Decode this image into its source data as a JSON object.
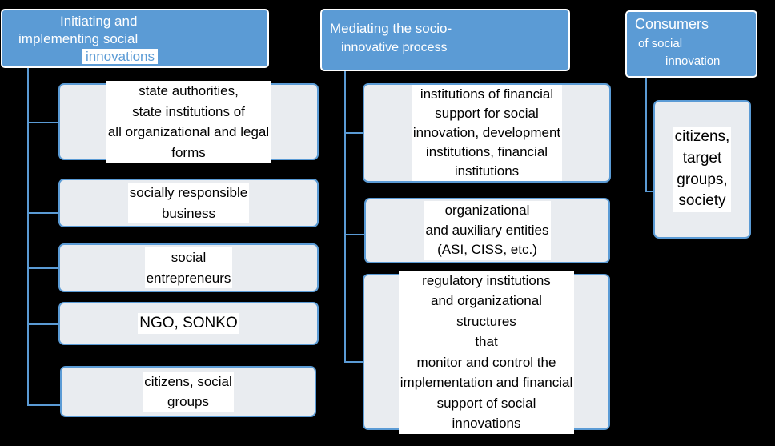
{
  "columns": [
    {
      "header_line1": "Initiating and",
      "header_line2": "implementing social",
      "header_line3": "innovations",
      "items": [
        "state authorities,\nstate institutions of\nall organizational and legal\nforms",
        "socially responsible\nbusiness",
        "social\nentrepreneurs",
        "NGO, SONKO",
        "citizens, social\ngroups"
      ]
    },
    {
      "header_line1": "Mediating the socio-",
      "header_line2": "innovative process",
      "items": [
        "institutions of financial\nsupport for social\ninnovation, development\ninstitutions, financial\ninstitutions",
        "organizational\nand auxiliary entities\n(ASI, CISS, etc.)",
        "regulatory institutions\nand organizational\nstructures\nthat\nmonitor and control the\nimplementation and financial\nsupport of social\ninnovations"
      ]
    },
    {
      "header_line1": "Consumers",
      "header_line2": "of social",
      "header_line3": "innovation",
      "items": [
        "citizens,\ntarget\ngroups,\nsociety"
      ]
    }
  ],
  "colors": {
    "accent": "#5b9bd5",
    "box_fill": "#e9ecf0",
    "background": "#000000"
  }
}
